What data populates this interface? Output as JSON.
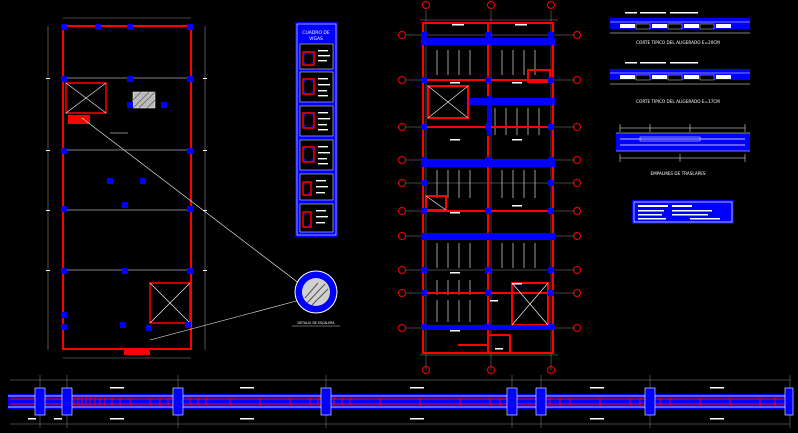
{
  "beam_table": {
    "title_line1": "CUADRO DE",
    "title_line2": "VIGAS"
  },
  "sections": {
    "section_1_title": "CORTE TIPICO DEL ALIGERADO E=20CM",
    "section_2_title": "CORTE TIPICO DEL ALIGERADO E=17CM",
    "overlap_title": "EMPALMES DE TRASLAPES"
  },
  "detail_caption": "DETALLE DE ESCALERA",
  "colors": {
    "background": "#000000",
    "beam_red": "#ff0000",
    "slab_blue": "#0000ff",
    "line_white": "#ffffff",
    "grid_dim": "#8a8a8a"
  }
}
